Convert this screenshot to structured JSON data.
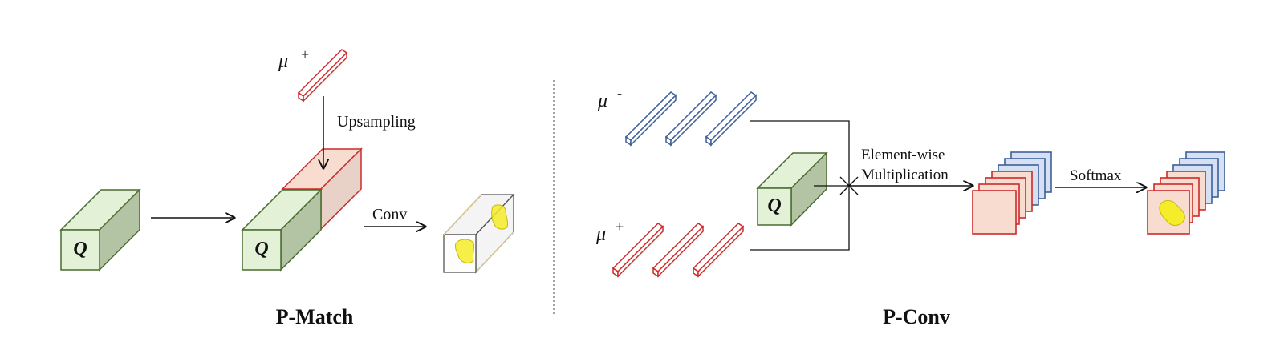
{
  "p_match": {
    "title": "P-Match",
    "query_label": "Q",
    "prototype_label": "μ",
    "prototype_sup": "+",
    "upsampling_label": "Upsampling",
    "conv_label": "Conv"
  },
  "p_conv": {
    "title": "P-Conv",
    "query_label": "Q",
    "neg_prototype_label": "μ",
    "neg_prototype_sup": "-",
    "pos_prototype_label": "μ",
    "pos_prototype_sup": "+",
    "multiplication_line1": "Element-wise",
    "multiplication_line2": "Multiplication",
    "softmax_label": "Softmax"
  },
  "colors": {
    "query_face": "#e3f1d7",
    "query_side": "#b3c4a4",
    "query_stroke": "#4a6b2f",
    "positive": "#cc2a2a",
    "positive_fill": "#f8dcd0",
    "negative": "#3f5f9a",
    "negative_fill": "#d5e0f2",
    "mask": "#f5ec2a",
    "divider": "#666666"
  }
}
